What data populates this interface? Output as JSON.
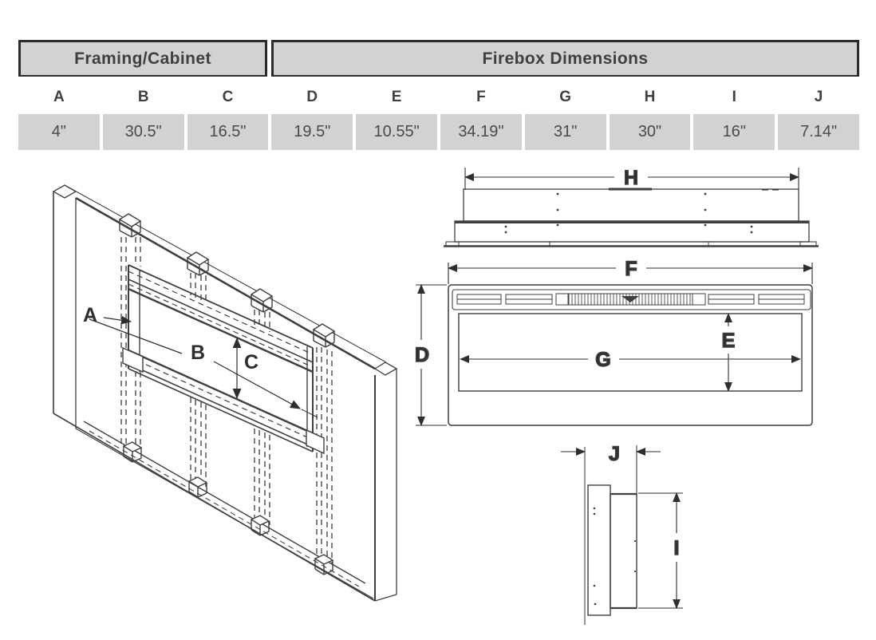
{
  "table": {
    "group_headers": [
      {
        "label": "Framing/Cabinet",
        "span": 3
      },
      {
        "label": "Firebox Dimensions",
        "span": 7
      }
    ],
    "columns": [
      "A",
      "B",
      "C",
      "D",
      "E",
      "F",
      "G",
      "H",
      "I",
      "J"
    ],
    "values": [
      "4\"",
      "30.5\"",
      "16.5\"",
      "19.5\"",
      "10.55\"",
      "34.19\"",
      "31\"",
      "30\"",
      "16\"",
      "7.14\""
    ]
  },
  "diagrams": {
    "framing_view": {
      "a": "A",
      "b": "B",
      "c": "C"
    },
    "top_view": {
      "h": "H"
    },
    "front_view": {
      "f": "F",
      "d": "D",
      "g": "G",
      "e": "E"
    },
    "side_view": {
      "j": "J",
      "i": "I"
    }
  },
  "colors": {
    "cell_gray": "#d2d2d2",
    "border_dark": "#2b2b2b",
    "line_dark": "#3f3f3f",
    "text_dark": "#3f3f3f"
  }
}
